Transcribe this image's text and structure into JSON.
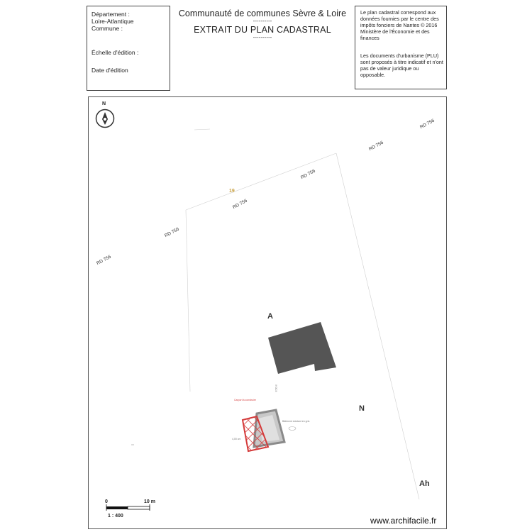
{
  "header": {
    "left": {
      "departement_label": "Département :",
      "departement_value": "Loire-Atlantique",
      "commune_label": "Commune :",
      "echelle_label": "Échelle d'édition :",
      "date_label": "Date d'édition"
    },
    "center": {
      "title": "Communauté de communes Sèvre & Loire",
      "dashes": "----------",
      "subtitle": "EXTRAIT DU PLAN CADASTRAL"
    },
    "right": {
      "note1": "Le plan cadastral correspond aux données fournies par le centre des impôts fonciers de Nantes © 2016 Ministère de l'Économie et des finances",
      "note2": "Les documents d'urbanisme (PLU) sont proposés à titre indicatif et n'ont pas de valeur juridique ou opposable."
    }
  },
  "map": {
    "north_label": "N",
    "road_label": "RD 756",
    "parcel_number": "19",
    "zones": [
      "A",
      "N",
      "Ah"
    ],
    "small_labels": {
      "dimension_1": "8,50 m",
      "project_label": "Carport à construire",
      "existing_label": "Bâtiment existant en gris",
      "dimension_2": "4,00 cm"
    },
    "scale": {
      "zero": "0",
      "ten": "10 m",
      "ratio": "1 : 400"
    },
    "colors": {
      "building": "#555555",
      "garage": "#c8c8c8",
      "project": "#d43a3a",
      "parcel_number": "#c8a040"
    }
  },
  "watermark": "www.archifacile.fr"
}
